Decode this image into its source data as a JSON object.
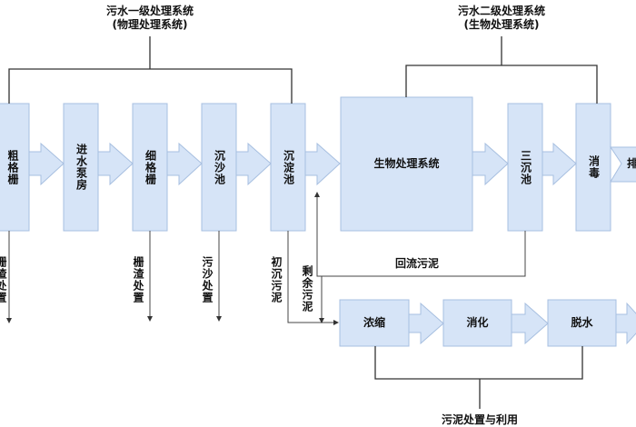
{
  "colors": {
    "box_fill": "#d6e4f7",
    "box_stroke": "#a7bfe0",
    "line": "#333333"
  },
  "primary": {
    "title": "污水一级处理系统",
    "subtitle": "(物理处理系统)"
  },
  "secondary": {
    "title": "污水二级处理系统",
    "subtitle": "(生物处理系统)"
  },
  "sludge_group": {
    "title": "污泥处置与利用"
  },
  "stages": {
    "coarse_screen": "粗格栅",
    "pump_house": "进水泵房",
    "fine_screen": "细格栅",
    "grit_chamber": "沉沙池",
    "primary_clarifier": "沉淀池",
    "bio_system": "生物处理系统",
    "secondary_clarifier": "三沉池",
    "disinfection": "消毒",
    "discharge": "排"
  },
  "sludge": {
    "thicken": "浓缩",
    "digest": "消化",
    "dewater": "脱水"
  },
  "outputs": {
    "coarse_screenings": "栅渣处置",
    "fine_screenings": "栅渣处置",
    "grit": "污沙处置",
    "primary_sludge": "初沉污泥",
    "excess_sludge": "剩余污泥",
    "return_sludge": "回流污泥"
  }
}
